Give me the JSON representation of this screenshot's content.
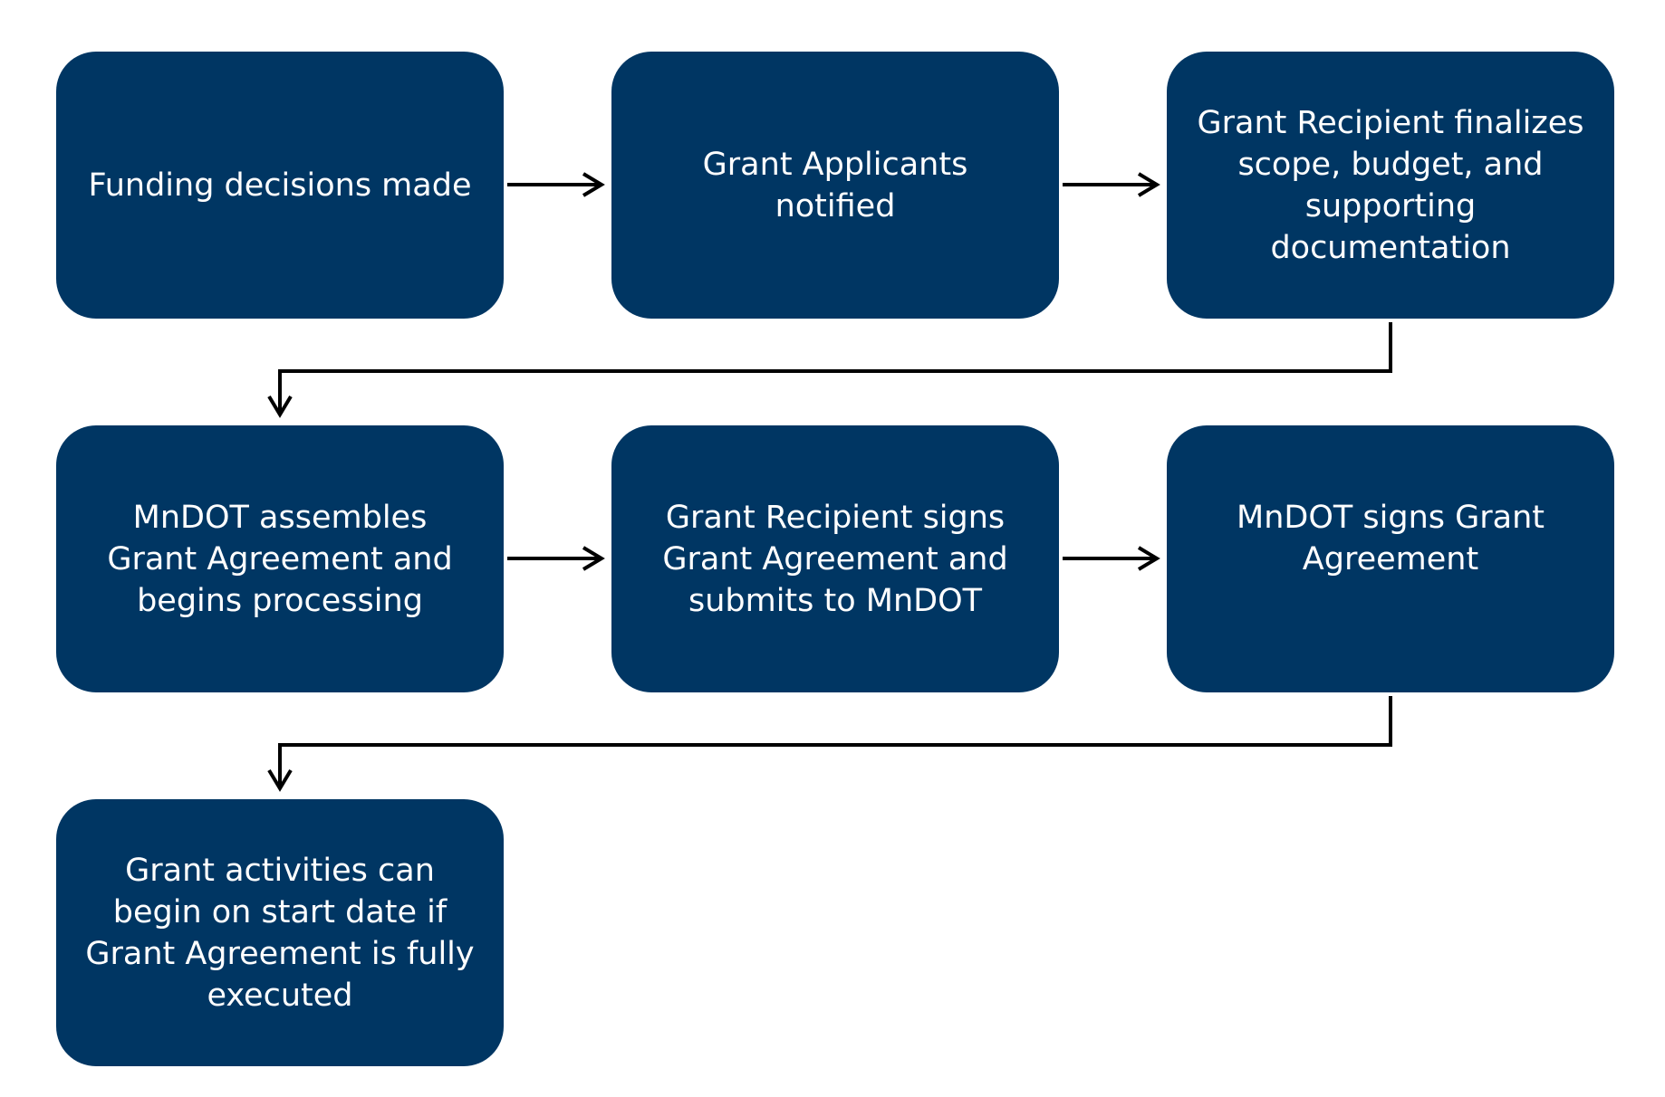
{
  "diagram": {
    "steps": [
      {
        "label": "Funding decisions made"
      },
      {
        "label": "Grant Applicants\nnotified"
      },
      {
        "label": "Grant Recipient finalizes\nscope, budget, and\nsupporting\ndocumentation"
      },
      {
        "label": "MnDOT assembles\nGrant Agreement and\nbegins processing"
      },
      {
        "label": "Grant Recipient signs\nGrant Agreement and\nsubmits to MnDOT"
      },
      {
        "label": "MnDOT signs Grant\nAgreement"
      },
      {
        "label": "Grant activities can\nbegin on start date if\nGrant Agreement is fully\nexecuted"
      }
    ],
    "colors": {
      "box_fill": "#003663",
      "box_text": "#ffffff",
      "connector": "#000000"
    }
  }
}
